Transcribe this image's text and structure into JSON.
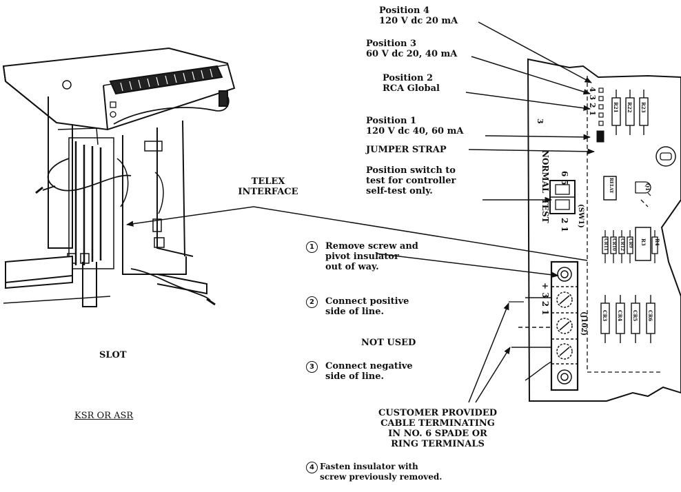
{
  "callouts": {
    "position4": [
      "Position 4",
      "120 V dc 20 mA"
    ],
    "position3": [
      "Position 3",
      "60 V dc 20, 40 mA"
    ],
    "position2": [
      "Position 2",
      "RCA Global"
    ],
    "position1": [
      "Position 1",
      "120 V dc 40, 60 mA"
    ],
    "jumper_strap": "JUMPER STRAP",
    "position_switch": [
      "Position switch to",
      "test for controller",
      "self-test only."
    ],
    "telex_interface": [
      "TELEX",
      "INTERFACE"
    ],
    "slot": "SLOT",
    "terminal_type": "KSR OR ASR",
    "not_used": "NOT USED",
    "customer_cable": [
      "CUSTOMER PROVIDED",
      "CABLE TERMINATING",
      "IN NO. 6 SPADE OR",
      "RING TERMINALS"
    ]
  },
  "steps": [
    {
      "num": "1",
      "lines": [
        "Remove screw and",
        "pivot insulator",
        "out of way."
      ]
    },
    {
      "num": "2",
      "lines": [
        "Connect positive",
        "side of line."
      ]
    },
    {
      "num": "3",
      "lines": [
        "Connect negative",
        "side of line."
      ]
    },
    {
      "num": "4",
      "lines": [
        "Fasten insulator with",
        "screw previously removed."
      ]
    }
  ],
  "board": {
    "switch_label": "(SW1)",
    "switch_normal": "NORMAL",
    "switch_test": "TEST",
    "switch_nums_top": "6  5",
    "switch_nums_bottom": "2  1",
    "jumper_nums": "4 3 2 1",
    "connector_label": "(J102)",
    "connector_nums": "+ 3   2   1",
    "corner_mark": "3",
    "resistors": [
      "R21",
      "R22",
      "R23"
    ],
    "relay": "RELAY",
    "diode": "Q1",
    "small_parts": [
      "CR11",
      "CR10",
      "CR12",
      "CR9"
    ],
    "r_parts": [
      "R3",
      "R4"
    ],
    "bottom_parts": [
      "CR3",
      "CR4",
      "CR5",
      "CR6"
    ]
  }
}
